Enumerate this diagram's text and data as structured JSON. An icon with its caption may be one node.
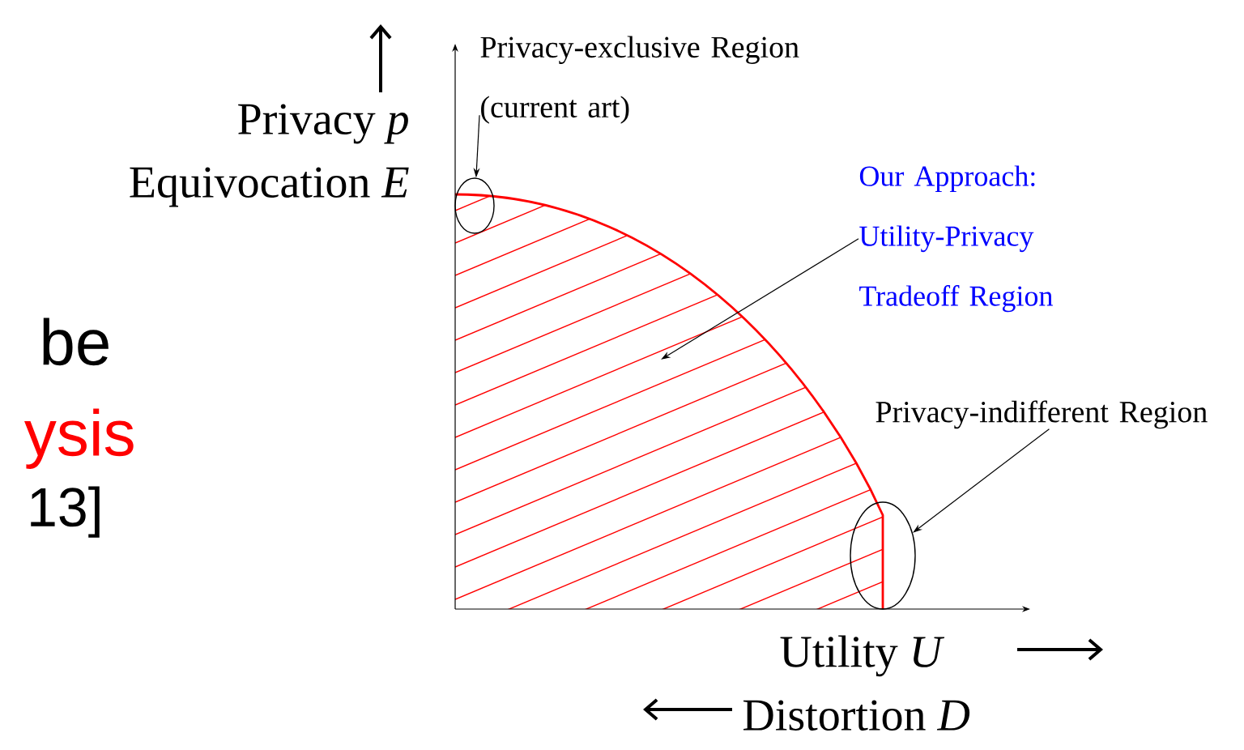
{
  "diagram": {
    "nodes": [
      {
        "text": [
          "Privacy-exclusive Region (current art)"
        ]
      },
      {
        "text": [],
        "shape": "circle"
      },
      {
        "text": [
          "Our Approach: Utility-Privacy Tradeoff Region"
        ]
      },
      {
        "text": [
          "Privacy-indifferent Region"
        ]
      },
      {
        "text": [],
        "shape": "circle"
      }
    ],
    "edges": [
      {
        "from": 0,
        "to": 1,
        "arrow": "to"
      },
      {
        "from": 2,
        "to": null,
        "arrow": "to"
      },
      {
        "from": 3,
        "to": 4,
        "arrow": "to"
      }
    ],
    "labels": [
      "Privacy *p*",
      "Equivocation *E*",
      "be",
      "ysis",
      "13]",
      "Utility *U*",
      "Distortion *D*"
    ]
  }
}
